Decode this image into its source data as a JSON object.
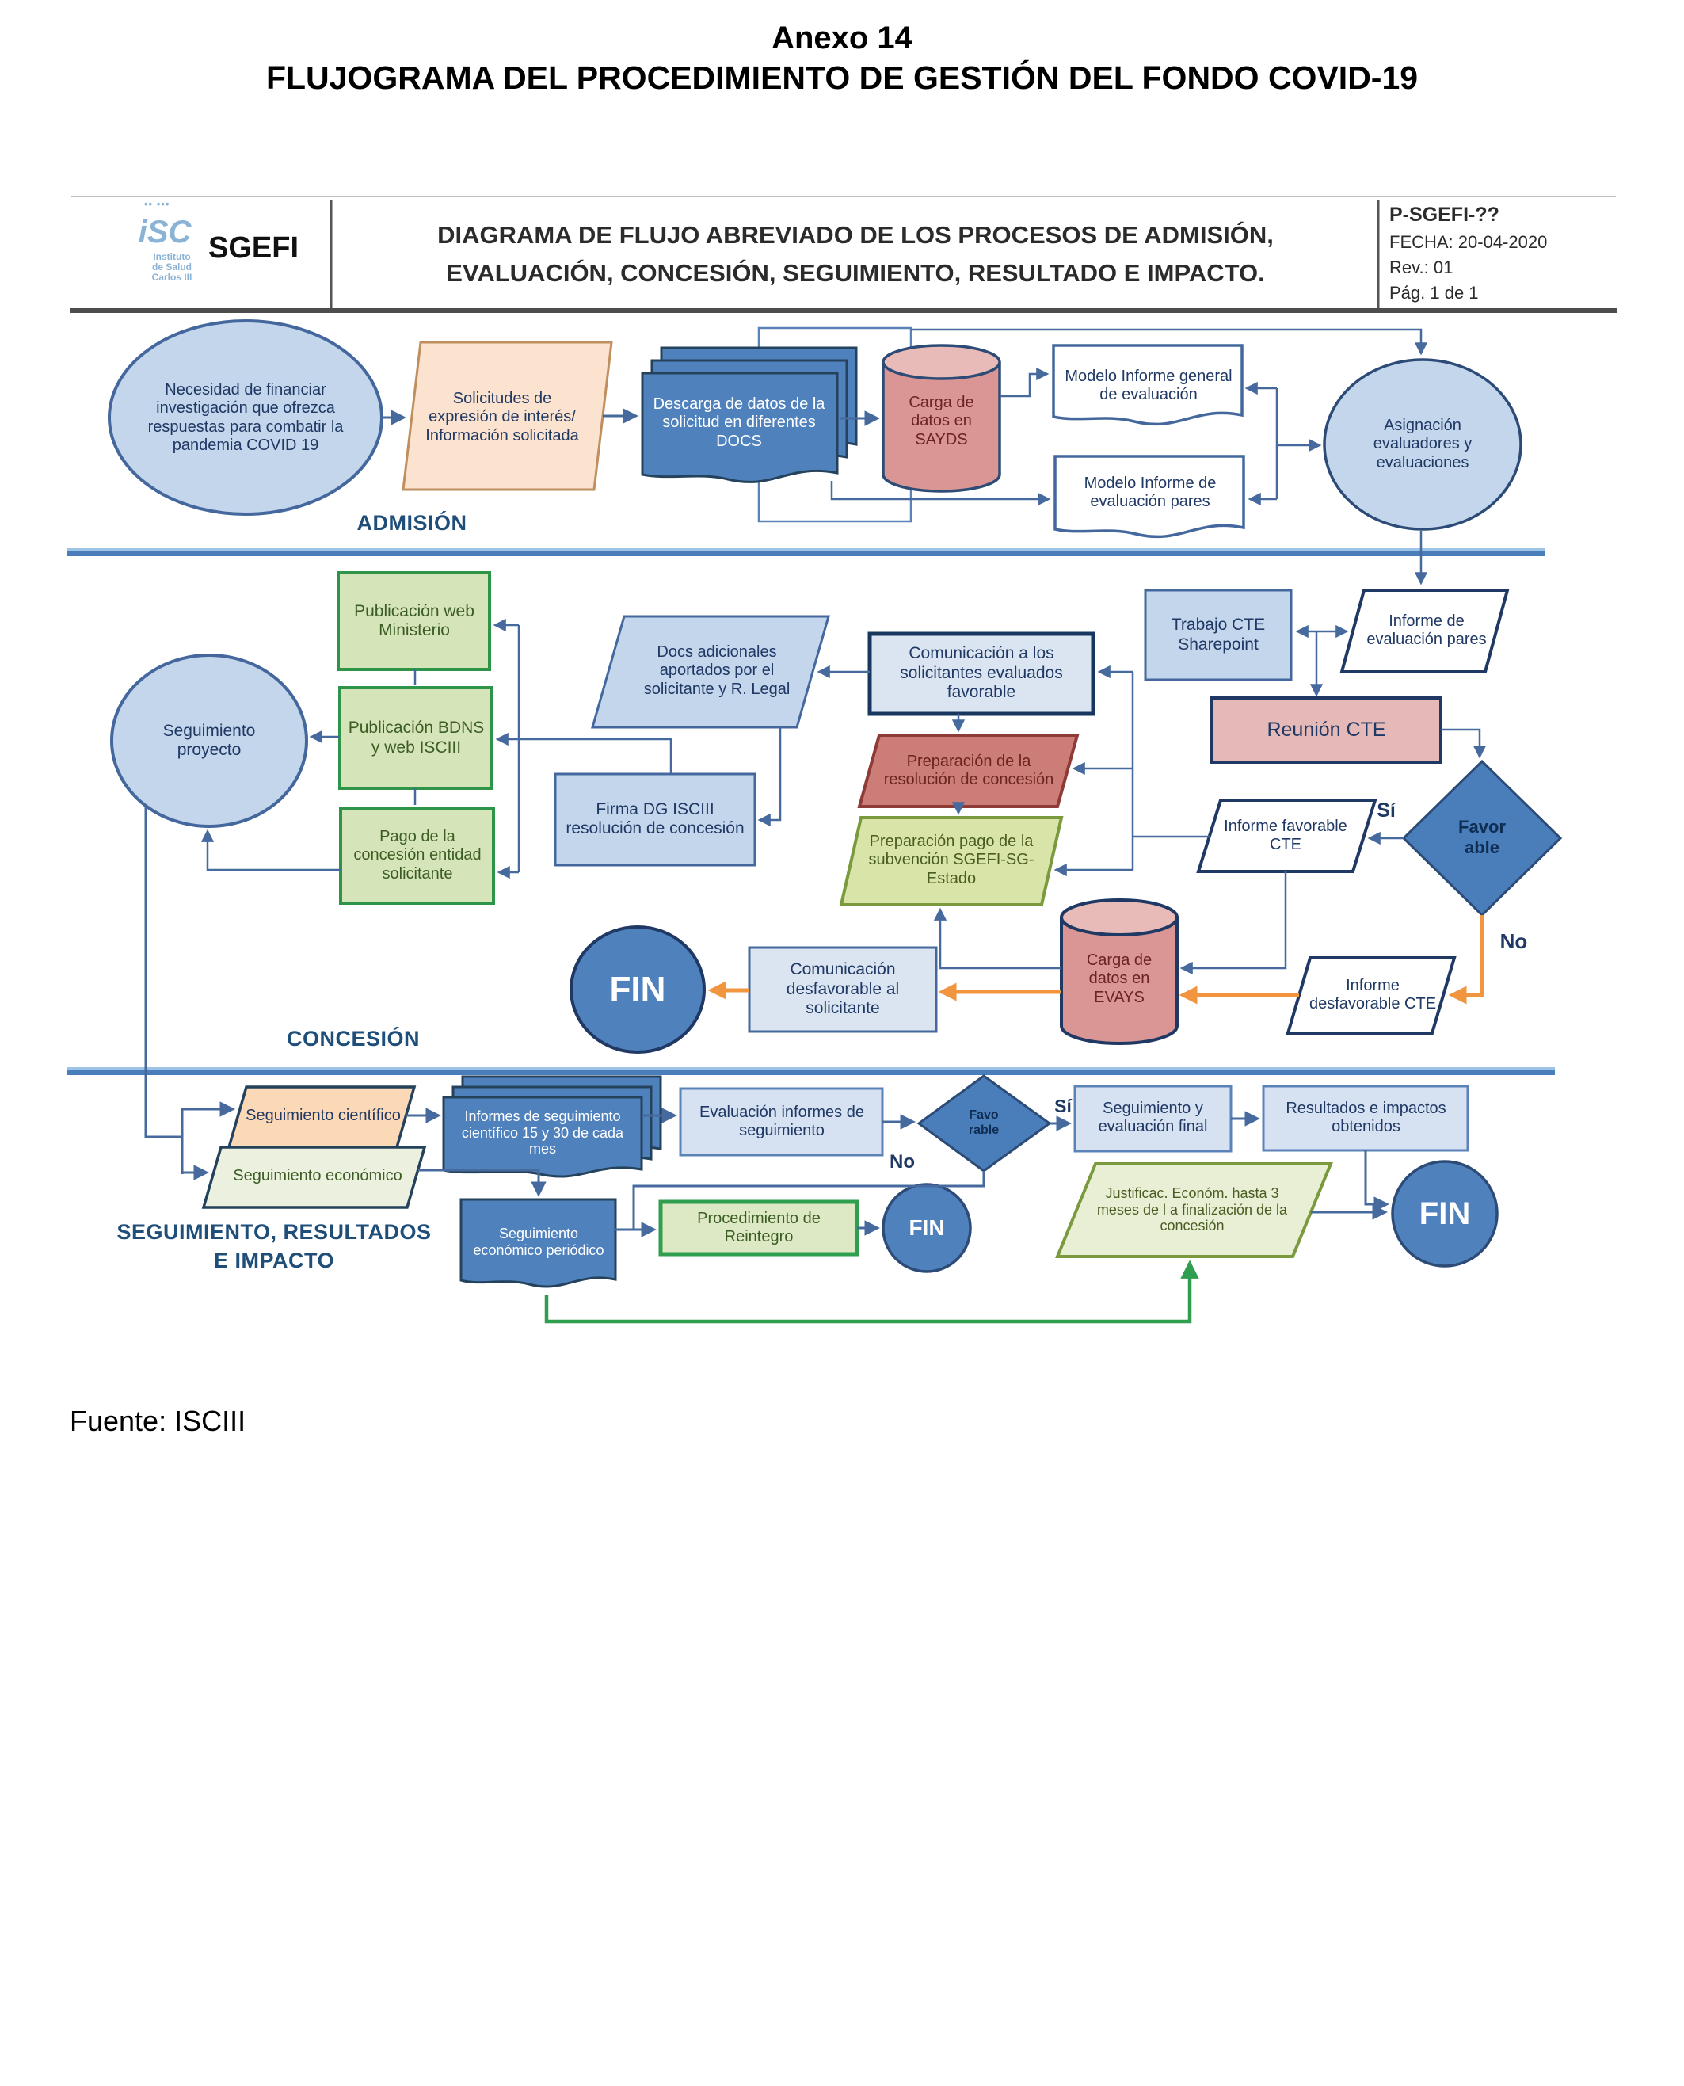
{
  "page": {
    "title_line1": "Anexo 14",
    "title_line2": "FLUJOGRAMA DEL PROCEDIMIENTO DE GESTIÓN DEL FONDO COVID-19",
    "source_note": "Fuente: ISCIII"
  },
  "header": {
    "logo_mark": "iSC",
    "logo_caption_1": "Instituto",
    "logo_caption_2": "de Salud",
    "logo_caption_3": "Carlos III",
    "logo_acronym": "SGEFI",
    "title_line1": "DIAGRAMA DE FLUJO ABREVIADO DE LOS PROCESOS DE ADMISIÓN,",
    "title_line2": "EVALUACIÓN, CONCESIÓN, SEGUIMIENTO, RESULTADO E IMPACTO.",
    "doc_code": "P-SGEFI-??",
    "date": "FECHA: 20-04-2020",
    "revision": "Rev.: 01",
    "page_info": "Pág. 1 de 1"
  },
  "sections": {
    "admission": "ADMISIÓN",
    "concession": "CONCESIÓN",
    "followup_line1": "SEGUIMIENTO, RESULTADOS",
    "followup_line2": "E IMPACTO"
  },
  "labels": {
    "yes1": "Sí",
    "no1": "No",
    "yes2": "Sí",
    "no2": "No",
    "favorable1_l1": "Favor",
    "favorable1_l2": "able",
    "favorable2_l1": "Favo",
    "favorable2_l2": "rable"
  },
  "nodes": {
    "need": "Necesidad de financiar investigación que ofrezca respuestas para combatir la pandemia COVID 19",
    "solicitudes": "Solicitudes de expresión de interés/ Información solicitada",
    "descarga": "Descarga de datos de la solicitud en diferentes DOCS",
    "sayds": "Carga de datos en SAYDS",
    "modelo_general": "Modelo Informe general de evaluación",
    "modelo_pares": "Modelo Informe de evaluación pares",
    "asignacion": "Asignación evaluadores y evaluaciones",
    "informe_pares": "Informe de evaluación pares",
    "trabajo_cte": "Trabajo CTE Sharepoint",
    "reunion_cte": "Reunión CTE",
    "informe_favorable": "Informe favorable CTE",
    "informe_desfavorable": "Informe desfavorable CTE",
    "seguimiento_proyecto": "Seguimiento proyecto",
    "pub_ministerio": "Publicación web Ministerio",
    "pub_bdns": "Publicación BDNS y web ISCIII",
    "pago_concesion": "Pago de la concesión entidad solicitante",
    "firma_dg": "Firma DG ISCIII resolución de concesión",
    "docs_adicionales": "Docs adicionales aportados por el solicitante y R. Legal",
    "comunicacion_favorable": "Comunicación a los solicitantes evaluados favorable",
    "prep_resolucion": "Preparación de la resolución de concesión",
    "prep_pago": "Preparación pago de la subvención SGEFI-SG-Estado",
    "evays": "Carga de datos en EVAYS",
    "comunicacion_desfavorable": "Comunicación desfavorable al solicitante",
    "fin1": "FIN",
    "fin2": "FIN",
    "fin3": "FIN",
    "seg_cientifico": "Seguimiento científico",
    "seg_economico": "Seguimiento económico",
    "informes_seguimiento": "Informes de seguimiento científico 15 y 30 de cada mes",
    "seg_eco_periodico": "Seguimiento económico periódico",
    "eval_informes": "Evaluación informes de seguimiento",
    "seg_eval_final": "Seguimiento y evaluación final",
    "resultados": "Resultados e impactos obtenidos",
    "procedimiento": "Procedimiento de Reintegro",
    "justificacion": "Justificac. Económ. hasta 3 meses de l a finalización de la concesión"
  },
  "colors": {
    "connector_blue": "#46699e",
    "connector_orange": "#f2953f",
    "connector_green": "#2f9e4e",
    "shape_blue_light": "#c3d6ec",
    "shape_blue_pale": "#dbe5f1",
    "shape_blue_mid": "#4f81bd",
    "shape_salmon": "#d99694",
    "shape_pink": "#e5b9b7",
    "shape_green_light": "#d6e4b9",
    "shape_olive_light": "#d9e5a8",
    "shape_peach": "#fbe3d0",
    "band_divider": "#4a7ebb"
  }
}
